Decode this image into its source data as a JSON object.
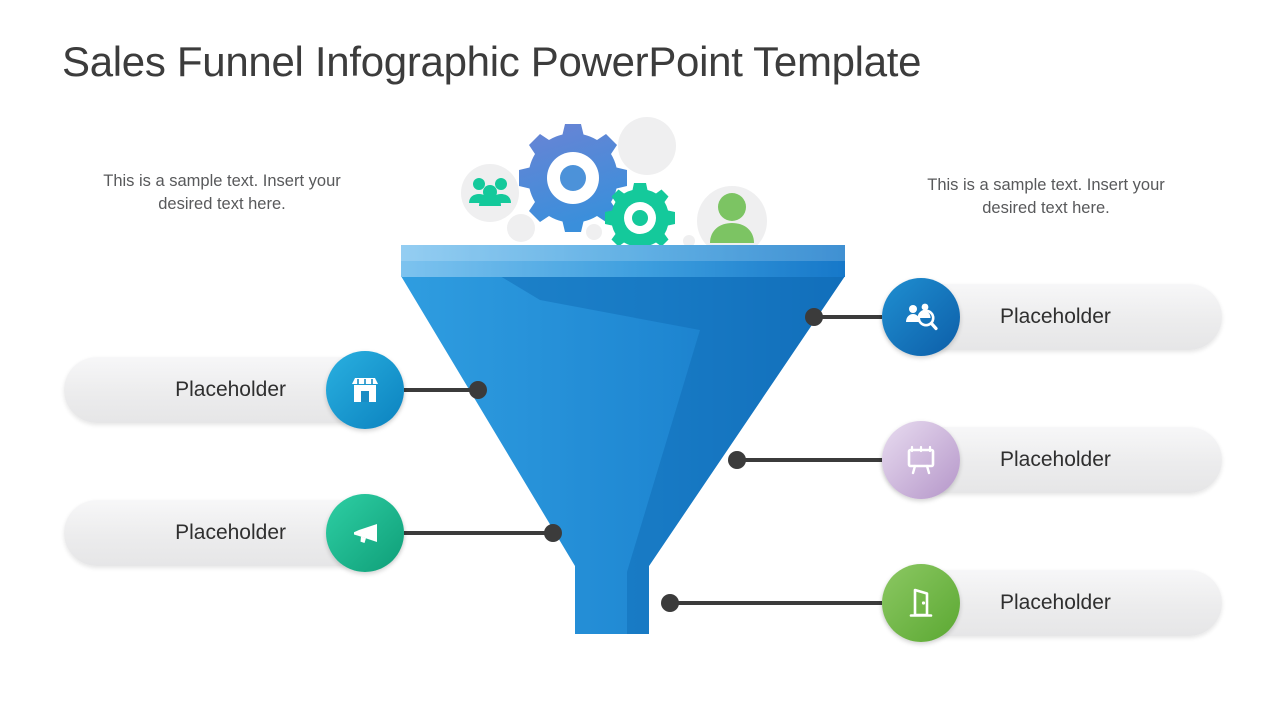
{
  "page": {
    "title": "Sales Funnel Infographic PowerPoint Template",
    "background": "#ffffff"
  },
  "sample_texts": {
    "left": "This is a sample text. Insert your desired text here.",
    "right": "This is a sample text. Insert your desired text here."
  },
  "funnel": {
    "rim_color_left": "#7dc3ef",
    "rim_color_right": "#1678c9",
    "body_color_left": "#2f9de0",
    "body_color_right": "#1472c0",
    "shadow_color": "#0f68b4"
  },
  "top_cluster": {
    "items": [
      {
        "name": "group-people-icon",
        "color": "#14c99b",
        "circle_color": "#efeff0"
      },
      {
        "name": "gear-large-icon",
        "color_top": "#6b83d4",
        "color_bottom": "#3a8fdb"
      },
      {
        "name": "gear-small-icon",
        "color": "#14c99b"
      },
      {
        "name": "person-icon",
        "color": "#7cc463",
        "circle_color": "#efeff0"
      }
    ]
  },
  "items_right": [
    {
      "label": "Placeholder",
      "icon": "audience-search-icon",
      "color_start": "#1f8fd1",
      "color_end": "#0d5ea8"
    },
    {
      "label": "Placeholder",
      "icon": "billboard-icon",
      "color_start": "#e3d2ec",
      "color_end": "#b596c9"
    },
    {
      "label": "Placeholder",
      "icon": "open-door-icon",
      "color_start": "#8cc863",
      "color_end": "#5ba832"
    }
  ],
  "items_left": [
    {
      "label": "Placeholder",
      "icon": "storefront-icon",
      "color_start": "#2ab0e0",
      "color_end": "#0b82bf"
    },
    {
      "label": "Placeholder",
      "icon": "megaphone-icon",
      "color_start": "#2ecfa4",
      "color_end": "#0f9e78"
    }
  ],
  "connector_color": "#3b3b3b"
}
